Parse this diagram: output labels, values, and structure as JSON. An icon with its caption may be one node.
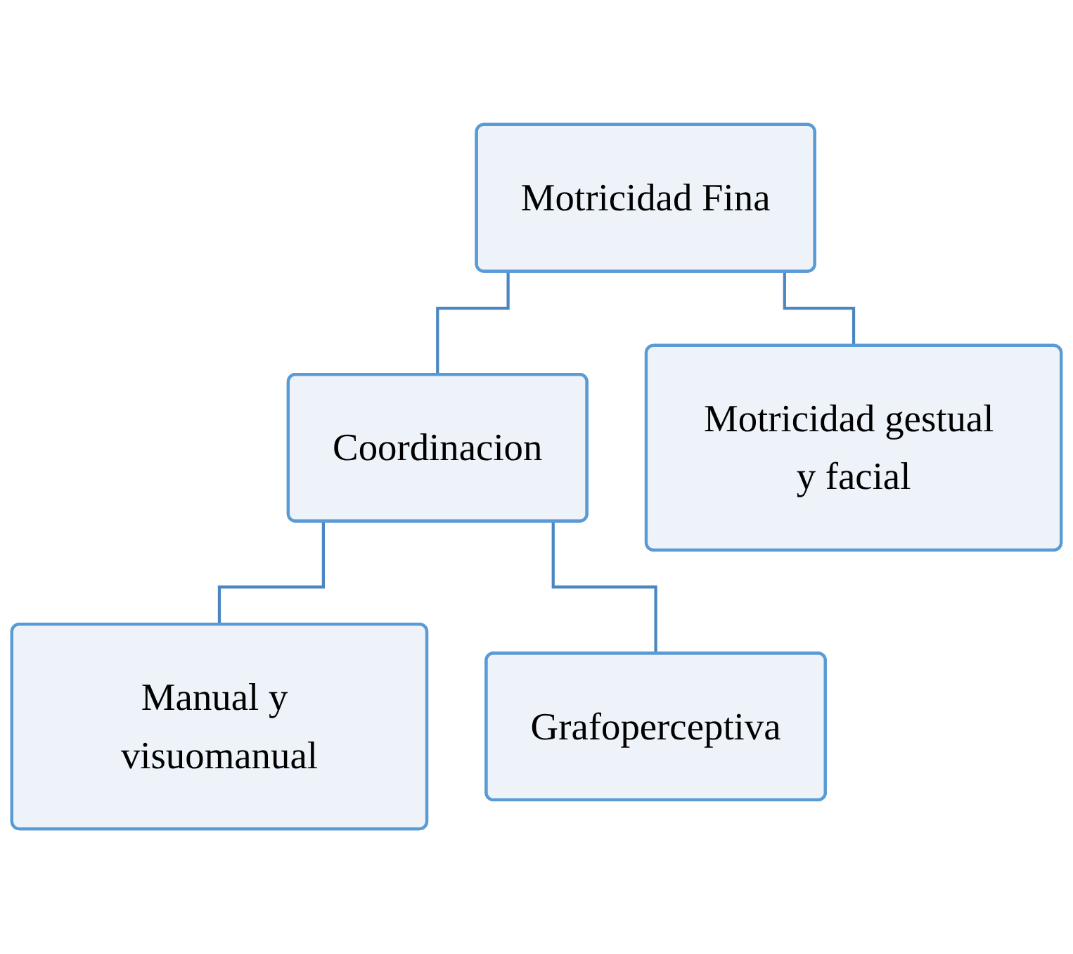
{
  "diagram": {
    "nodes": [
      {
        "text": [
          "Motricidad Fina"
        ]
      },
      {
        "text": [
          "Coordinacion"
        ]
      },
      {
        "text": [
          "Motricidad gestual y facial"
        ]
      },
      {
        "text": [
          "Manual y visuomanual"
        ]
      },
      {
        "text": [
          "Grafoperceptiva"
        ]
      }
    ],
    "edges": [
      {
        "from": 0,
        "to": 1,
        "arrow": "none"
      },
      {
        "from": 0,
        "to": 2,
        "arrow": "none"
      },
      {
        "from": 1,
        "to": 3,
        "arrow": "none"
      },
      {
        "from": 1,
        "to": 4,
        "arrow": "none"
      }
    ]
  }
}
